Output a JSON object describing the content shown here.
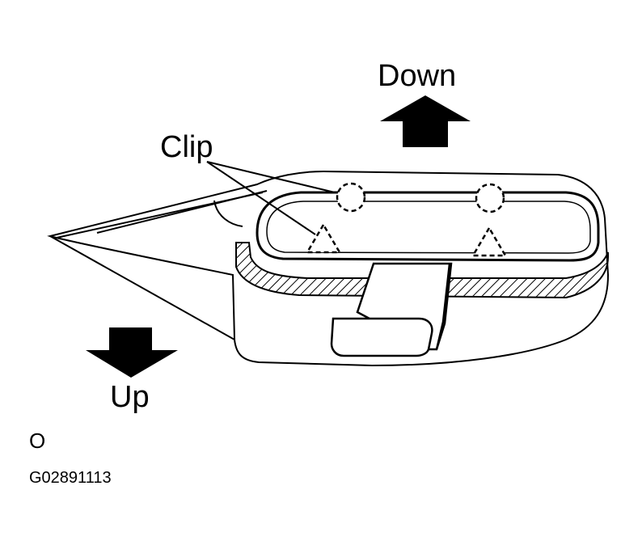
{
  "labels": {
    "down": "Down",
    "up": "Up",
    "clip": "Clip",
    "marker": "O",
    "figure_code": "G02891113"
  },
  "colors": {
    "ink": "#000000",
    "paper": "#ffffff",
    "hatch": "#000000"
  },
  "icons": [
    "arrow-up-icon",
    "arrow-down-icon",
    "clip-circle-icon",
    "clip-triangle-icon"
  ]
}
